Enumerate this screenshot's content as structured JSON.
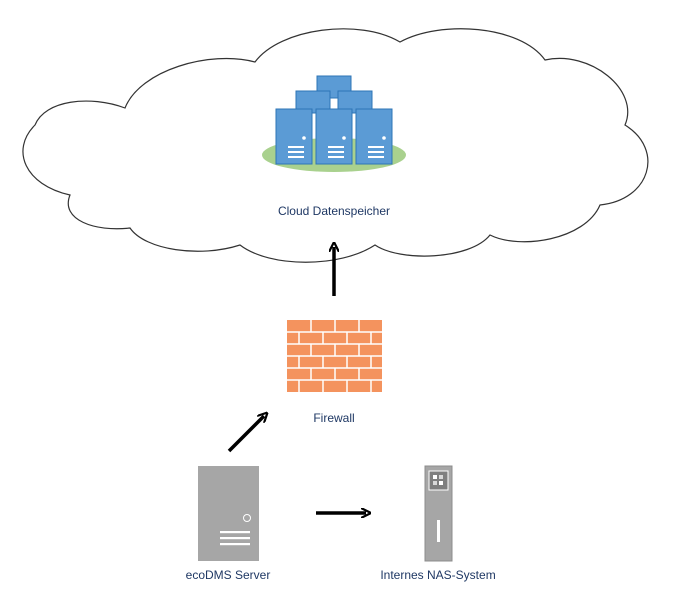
{
  "diagram": {
    "cloud_label": "Cloud Datenspeicher",
    "firewall_label": "Firewall",
    "server_label": "ecoDMS Server",
    "nas_label": "Internes NAS-System"
  },
  "colors": {
    "label_text": "#1f3864",
    "server_rack_blue": "#5b9bd5",
    "server_rack_outline": "#2e75b6",
    "rack_base_green": "#a9d18e",
    "firewall_brick": "#f4935e",
    "server_gray": "#a6a6a6",
    "nas_gray": "#a6a6a6",
    "arrow": "#000000"
  }
}
